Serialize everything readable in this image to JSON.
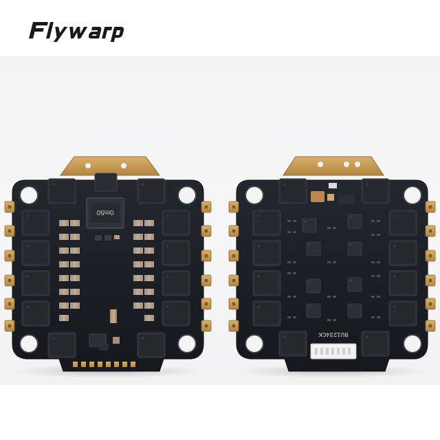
{
  "brand": {
    "name": "Flywarp",
    "color": "#1a1a1a"
  },
  "boards": [
    {
      "side": "top",
      "label_on_shunt": "0m50"
    },
    {
      "side": "bottom",
      "label_silkscreen": "8U1234CK"
    }
  ],
  "colors": {
    "pcb": "#1b1f26",
    "copper": "#c9a15a",
    "mosfet": "#2a2d33",
    "capacitor": "#b89a78",
    "background": "#f4f4f5"
  }
}
